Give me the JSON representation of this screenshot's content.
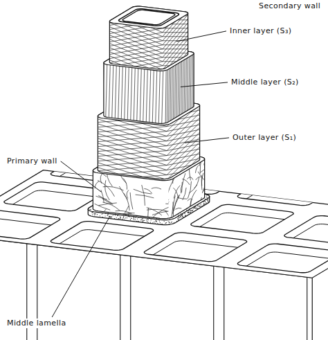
{
  "diagram": {
    "labels": [
      "Secondary wall",
      "Inner layer (S₃)",
      "Middle layer (S₂)",
      "Outer layer (S₁)",
      "Primary wall",
      "Middle lamella"
    ]
  }
}
